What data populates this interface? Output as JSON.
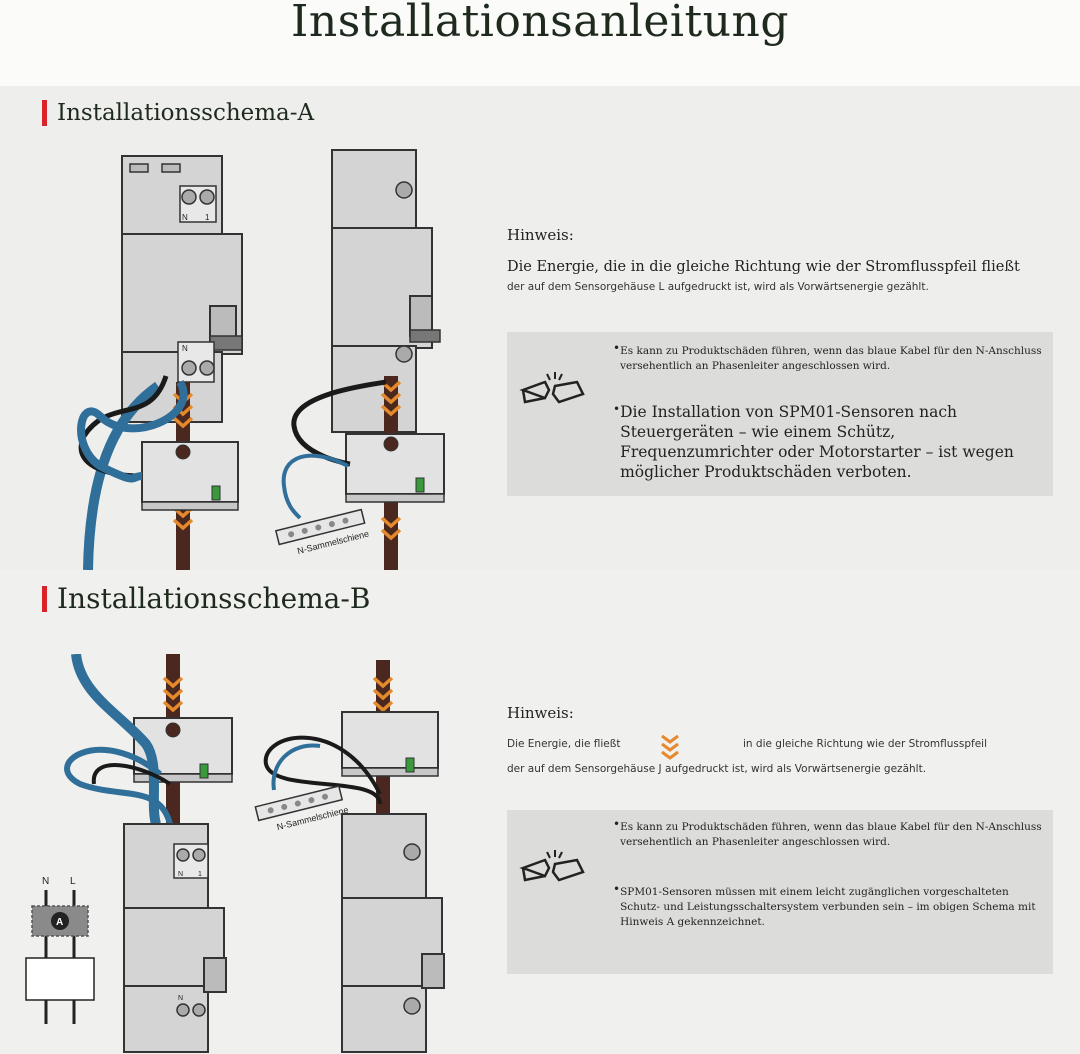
{
  "page": {
    "title": "Installationsanleitung"
  },
  "section_a": {
    "heading": "Installationsschema-A",
    "note_label": "Hinweis:",
    "note_line_1": "Die Energie, die in die gleiche Richtung wie der Stromflusspfeil fließt",
    "note_line_2": "der auf dem Sensorgehäuse L aufgedruckt ist, wird als Vorwärtsenergie gezählt.",
    "diagram_labels": {
      "terminal_n_top": "N",
      "terminal_1_top": "1",
      "terminal_n_bottom": "N",
      "busbar": "N-Sammelschiene"
    },
    "warnings": [
      "Es kann zu Produktschäden führen, wenn das blaue Kabel für den N-Anschluss versehentlich an Phasenleiter angeschlossen wird.",
      "Die Installation von SPM01-Sensoren nach Steuergeräten – wie einem Schütz, Frequenzumrichter oder Motorstarter – ist wegen möglicher Produktschäden verboten."
    ]
  },
  "section_b": {
    "heading": "Installationsschema-B",
    "note_label": "Hinweis:",
    "note_line_1a": "Die Energie, die fließt",
    "note_line_1b": "in die gleiche Richtung wie der Stromflusspfeil",
    "note_line_2": "der auf dem Sensorgehäuse J aufgedruckt ist, wird als Vorwärtsenergie gezählt.",
    "diagram_labels": {
      "wire_n": "N",
      "wire_l": "L",
      "meter_symbol": "A",
      "terminal_n_top": "N",
      "terminal_1_top": "1",
      "terminal_n_bottom": "N",
      "busbar": "N-Sammelschiene"
    },
    "warnings": [
      "Es kann zu Produktschäden führen, wenn das blaue Kabel für den N-Anschluss versehentlich an Phasenleiter angeschlossen wird.",
      "SPM01-Sensoren müssen mit einem leicht zugänglichen vorgeschalteten Schutz- und Leistungsschaltersystem verbunden sein – im obigen Schema mit Hinweis A gekennzeichnet."
    ]
  },
  "colors": {
    "accent_red": "#d8232a",
    "arrow_orange": "#e58a2c",
    "cable_blue": "#2f6f9a",
    "conductor_brown": "#4a2820",
    "indicator_green": "#3a9a3a"
  },
  "icons": {
    "warning": "broken-cable-icon"
  }
}
